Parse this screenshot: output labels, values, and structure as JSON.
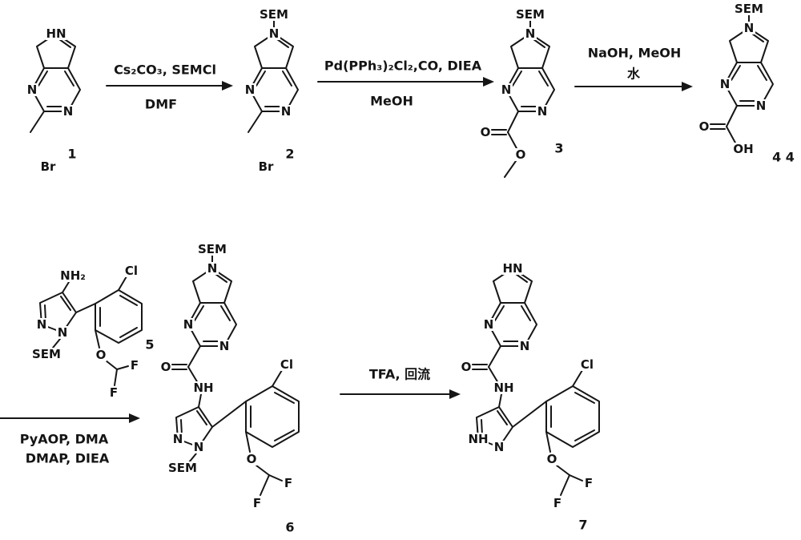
{
  "figure": {
    "kind": "chemical reaction scheme",
    "compound_count": 7,
    "ink_color": "#161616",
    "background": "#ffffff"
  },
  "arrows": [
    {
      "above": "Cs₂CO₃, SEMCl",
      "below": "DMF"
    },
    {
      "above": "Pd(PPh₃)₂Cl₂,CO, DIEA",
      "below": "MeOH"
    },
    {
      "above": "NaOH, MeOH",
      "below": "水"
    },
    {
      "line1": "PyAOP, DMA",
      "line2": "DMAP, DIEA"
    },
    {
      "above": "TFA, 回流"
    }
  ],
  "compounds": {
    "c1": {
      "number": "1",
      "nh": "HN",
      "n1": "N",
      "n2": "N",
      "br": "Br"
    },
    "c2": {
      "number": "2",
      "sem": "SEM",
      "pyrrole_n": "N",
      "n1": "N",
      "n2": "N",
      "br": "Br"
    },
    "c3": {
      "number": "3",
      "sem": "SEM",
      "pyrrole_n": "N",
      "n1": "N",
      "n2": "N",
      "carbonyl_o": "O",
      "ester_o": "O"
    },
    "c4": {
      "number": "4 4",
      "sem": "SEM",
      "pyrrole_n": "N",
      "n1": "N",
      "n2": "N",
      "carbonyl_o": "O",
      "hydroxyl": "OH"
    },
    "c5": {
      "number": "5",
      "amine": "NH₂",
      "chloro": "Cl",
      "pz_n1": "N",
      "pz_n2": "N",
      "sem": "SEM",
      "ether_o": "O",
      "f1": "F",
      "f2": "F"
    },
    "c6": {
      "number": "6",
      "sem_top": "SEM",
      "pyrrole_n": "N",
      "n1": "N",
      "n2": "N",
      "amide_o": "O",
      "amide_nh": "NH",
      "pz_n1": "N",
      "pz_n2": "N",
      "sem_bottom": "SEM",
      "chloro": "Cl",
      "ether_o": "O",
      "f1": "F",
      "f2": "F"
    },
    "c7": {
      "number": "7",
      "nh": "HN",
      "n1": "N",
      "n2": "N",
      "amide_o": "O",
      "amide_nh": "NH",
      "pz_nh": "NH",
      "pz_n": "N",
      "chloro": "Cl",
      "ether_o": "O",
      "f1": "F",
      "f2": "F"
    }
  }
}
